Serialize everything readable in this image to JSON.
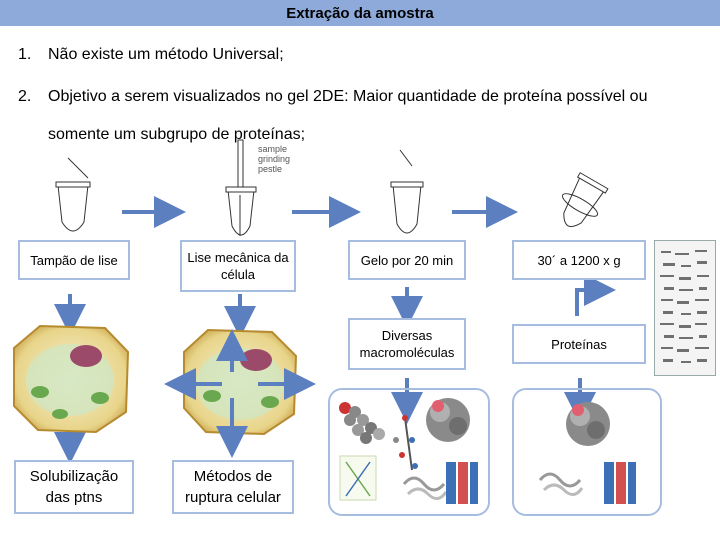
{
  "title": "Extração da amostra",
  "points": [
    {
      "num": "1.",
      "text": "Não existe um método Universal;"
    },
    {
      "num": "2.",
      "text": "Objetivo a serem visualizados no gel 2DE: Maior quantidade de proteína possível ou",
      "text2": "somente um subgrupo de proteínas;"
    }
  ],
  "tube_labels": {
    "sample": "sample",
    "grinding": "grinding",
    "pestle": "pestle"
  },
  "boxes": {
    "lysis_buffer": "Tampão de lise",
    "mechanical_lysis": "Lise mecânica da célula",
    "ice": "Gelo por 20 min",
    "centrifuge": "30´ a 1200 x g",
    "macromolecules": "Diversas macromoléculas",
    "proteins": "Proteínas",
    "solubilization": "Solubilização das ptns",
    "disruption_methods": "Métodos de ruptura celular"
  },
  "colors": {
    "title_bar": "#8eaadb",
    "arrow": "#5b7fbf",
    "box_border": "#a6bde0"
  }
}
